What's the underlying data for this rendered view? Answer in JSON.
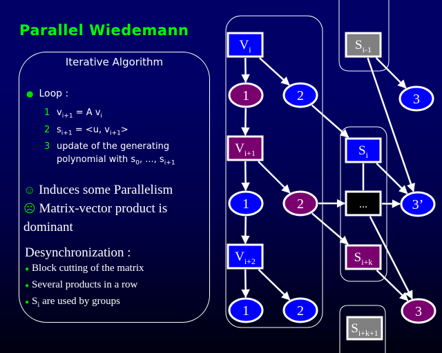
{
  "title": "Parallel Wiedemann",
  "algorithm": {
    "heading": "Iterative Algorithm",
    "loop_label": "Loop :",
    "steps": [
      {
        "num": "1",
        "parts": [
          "v",
          "i+1",
          " =  A v",
          "i"
        ]
      },
      {
        "num": "2",
        "parts": [
          "s",
          "i+1",
          " = <u, v",
          "i+1",
          ">"
        ]
      },
      {
        "num": "3",
        "line1": "update of the generating",
        "line2_parts": [
          "polynomial with s",
          "0",
          ", ..., s",
          "i+1"
        ]
      }
    ],
    "pros_cons": [
      {
        "icon": "smiley-happy-icon",
        "glyph": "☺",
        "text": "Induces some Parallelism"
      },
      {
        "icon": "smiley-sad-icon",
        "glyph": "☹",
        "text": "Matrix-vector product is",
        "cont": "dominant"
      }
    ],
    "desync_heading": "Desynchronization :",
    "desync_items": [
      {
        "text": "Block cutting of the matrix"
      },
      {
        "text": "Several products in a row"
      },
      {
        "prefix": "S",
        "sub": "i",
        "text": " are used by groups"
      }
    ]
  },
  "colors": {
    "background": "#000066",
    "title": "#00ff00",
    "blue_node": "#0000ff",
    "purple_node": "#7a0070",
    "gray_node": "#808080",
    "black_node": "#000000",
    "edge": "#ffffff"
  },
  "diagram": {
    "nodes": [
      {
        "id": "Vi",
        "shape": "rect",
        "main": "V",
        "sub": "i",
        "color": "blue"
      },
      {
        "id": "n1a",
        "shape": "ellipse",
        "label": "1",
        "color": "purple"
      },
      {
        "id": "n2a",
        "shape": "ellipse",
        "label": "2",
        "color": "blue"
      },
      {
        "id": "Vi1",
        "shape": "rect",
        "main": "V",
        "sub": "i+1",
        "color": "purple"
      },
      {
        "id": "n1b",
        "shape": "ellipse",
        "label": "1",
        "color": "blue"
      },
      {
        "id": "n2b",
        "shape": "ellipse",
        "label": "2",
        "color": "purple"
      },
      {
        "id": "Vi2",
        "shape": "rect",
        "main": "V",
        "sub": "i+2",
        "color": "blue"
      },
      {
        "id": "n1c",
        "shape": "ellipse",
        "label": "1",
        "color": "blue"
      },
      {
        "id": "n2c",
        "shape": "ellipse",
        "label": "2",
        "color": "blue"
      },
      {
        "id": "Si_1",
        "shape": "rect",
        "main": "S",
        "sub": "i-1",
        "color": "gray"
      },
      {
        "id": "Si",
        "shape": "rect",
        "main": "S",
        "sub": "i",
        "color": "blue"
      },
      {
        "id": "dots",
        "shape": "rect",
        "main": "...",
        "sub": "",
        "color": "black"
      },
      {
        "id": "Sik",
        "shape": "rect",
        "main": "S",
        "sub": "i+k",
        "color": "purple"
      },
      {
        "id": "Sik1",
        "shape": "rect",
        "main": "S",
        "sub": "i+k+1",
        "color": "gray"
      },
      {
        "id": "n3a",
        "shape": "ellipse",
        "label": "3",
        "color": "blue"
      },
      {
        "id": "n3p",
        "shape": "ellipse",
        "label": "3’",
        "color": "blue"
      },
      {
        "id": "n3b",
        "shape": "ellipse",
        "label": "3",
        "color": "purple"
      }
    ],
    "edges": [
      {
        "from": "Vi",
        "to": "n1a",
        "arrow": true
      },
      {
        "from": "Vi",
        "to": "n2a",
        "arrow": true
      },
      {
        "from": "n1a",
        "to": "Vi1",
        "arrow": true
      },
      {
        "from": "n2a",
        "to": "Si",
        "arrow": true
      },
      {
        "from": "Vi1",
        "to": "n1b",
        "arrow": true
      },
      {
        "from": "Vi1",
        "to": "n2b",
        "arrow": true
      },
      {
        "from": "n1b",
        "to": "Vi2",
        "arrow": true
      },
      {
        "from": "n2b",
        "to": "dots",
        "arrow": true
      },
      {
        "from": "n2b",
        "to": "Sik",
        "arrow": true
      },
      {
        "from": "Vi2",
        "to": "n1c",
        "arrow": true
      },
      {
        "from": "Vi2",
        "to": "n2c",
        "arrow": true
      },
      {
        "from": "Si_1",
        "to": "n3a",
        "arrow": true
      },
      {
        "from": "Si_1",
        "to": "n3p",
        "arrow": true
      },
      {
        "from": "Si",
        "to": "n3p",
        "arrow": true
      },
      {
        "from": "Si",
        "to": "dots",
        "arrow": false
      },
      {
        "from": "dots",
        "to": "n3p",
        "arrow": true
      },
      {
        "from": "dots",
        "to": "n3b",
        "arrow": true
      },
      {
        "from": "Sik",
        "to": "n3b",
        "arrow": true
      }
    ]
  }
}
